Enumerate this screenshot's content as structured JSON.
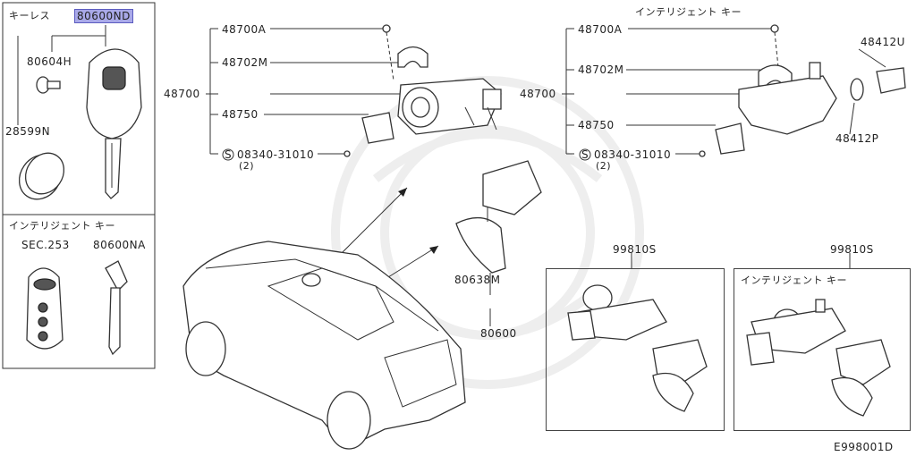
{
  "left_panel": {
    "section_keyless": "キーレス",
    "part_keyless_blank": "80600ND",
    "part_cover": "80604H",
    "part_battery": "28599N",
    "section_intelligent": "インテリジェント キー",
    "sec_ref": "SEC.253",
    "part_emergency_key": "80600NA"
  },
  "diagram_a": {
    "assembly": "48700",
    "p_48700a": "48700A",
    "p_48702m": "48702M",
    "p_48750": "48750",
    "screw": "08340-31010",
    "screw_qty": "(2)"
  },
  "diagram_b": {
    "title": "インテリジェント キー",
    "assembly": "48700",
    "p_48700a": "48700A",
    "p_48702m": "48702M",
    "p_48750": "48750",
    "screw": "08340-31010",
    "screw_qty": "(2)",
    "p_48412u": "48412U",
    "p_48412p": "48412P"
  },
  "center": {
    "p_80638m": "80638M",
    "p_80600": "80600"
  },
  "kit_boxes": {
    "kit1_label": "99810S",
    "kit2_label": "99810S",
    "kit2_title": "インテリジェント キー"
  },
  "footer": {
    "diagram_code": "E998001D"
  }
}
